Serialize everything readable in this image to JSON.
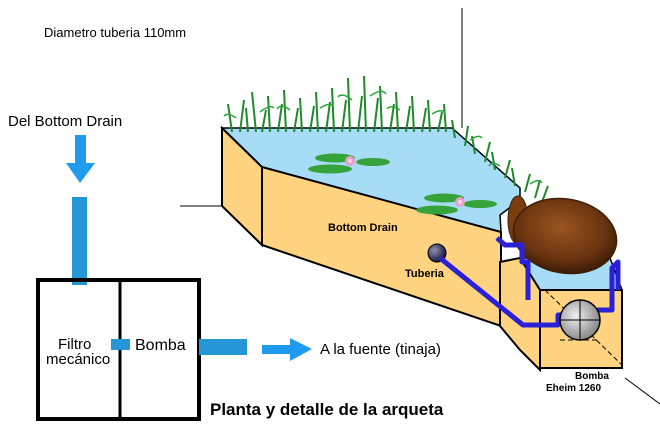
{
  "labels": {
    "pipe_diameter": "Diametro tuberia 110mm",
    "from_bottom_drain": "Del Bottom Drain",
    "filter_line1": "Filtro",
    "filter_line2": "mecánico",
    "pump_chamber": "Bomba",
    "to_fountain": "A la fuente (tinaja)",
    "caption": "Planta y detalle de la arqueta",
    "bottom_drain": "Bottom  Drain",
    "pipe": "Tuberia",
    "pump_line1": "Bomba",
    "pump_line2": "Eheim 1260"
  },
  "colors": {
    "arrow_blue": "#1f9aee",
    "pipe_blue": "#2596d6",
    "tank_wall": "#ffd37f",
    "water": "#a6dcf6",
    "inner_pipe": "#2a20d8",
    "lily_pad": "#34a33a",
    "lily_flower": "#e8a0c8",
    "rock": "#7a3d10"
  }
}
